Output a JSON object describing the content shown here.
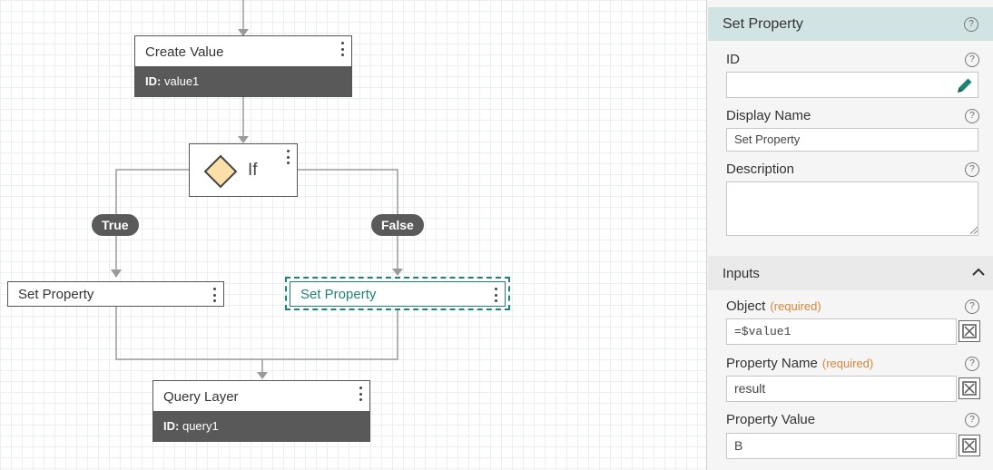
{
  "canvas": {
    "nodes": {
      "create_value": {
        "title": "Create Value",
        "id_label": "ID:",
        "id_value": "value1"
      },
      "if": {
        "title": "If"
      },
      "set_property_true": {
        "title": "Set Property"
      },
      "set_property_false": {
        "title": "Set Property"
      },
      "query_layer": {
        "title": "Query Layer",
        "id_label": "ID:",
        "id_value": "query1"
      }
    },
    "branches": {
      "true_label": "True",
      "false_label": "False"
    }
  },
  "panel": {
    "title": "Set Property",
    "help_symbol": "?",
    "fields": {
      "id": {
        "label": "ID",
        "value": ""
      },
      "display_name": {
        "label": "Display Name",
        "value": "Set Property"
      },
      "description": {
        "label": "Description",
        "value": ""
      }
    },
    "inputs_section": {
      "title": "Inputs",
      "required_text": "(required)",
      "object": {
        "label": "Object",
        "value": "=$value1"
      },
      "property_name": {
        "label": "Property Name",
        "value": "result"
      },
      "property_value": {
        "label": "Property Value",
        "value": "B"
      }
    }
  },
  "colors": {
    "accent": "#1f8277",
    "required": "#d3863a",
    "node_bar": "#595959",
    "diamond_fill": "#fbdfa8",
    "diamond_stroke": "#444444"
  }
}
